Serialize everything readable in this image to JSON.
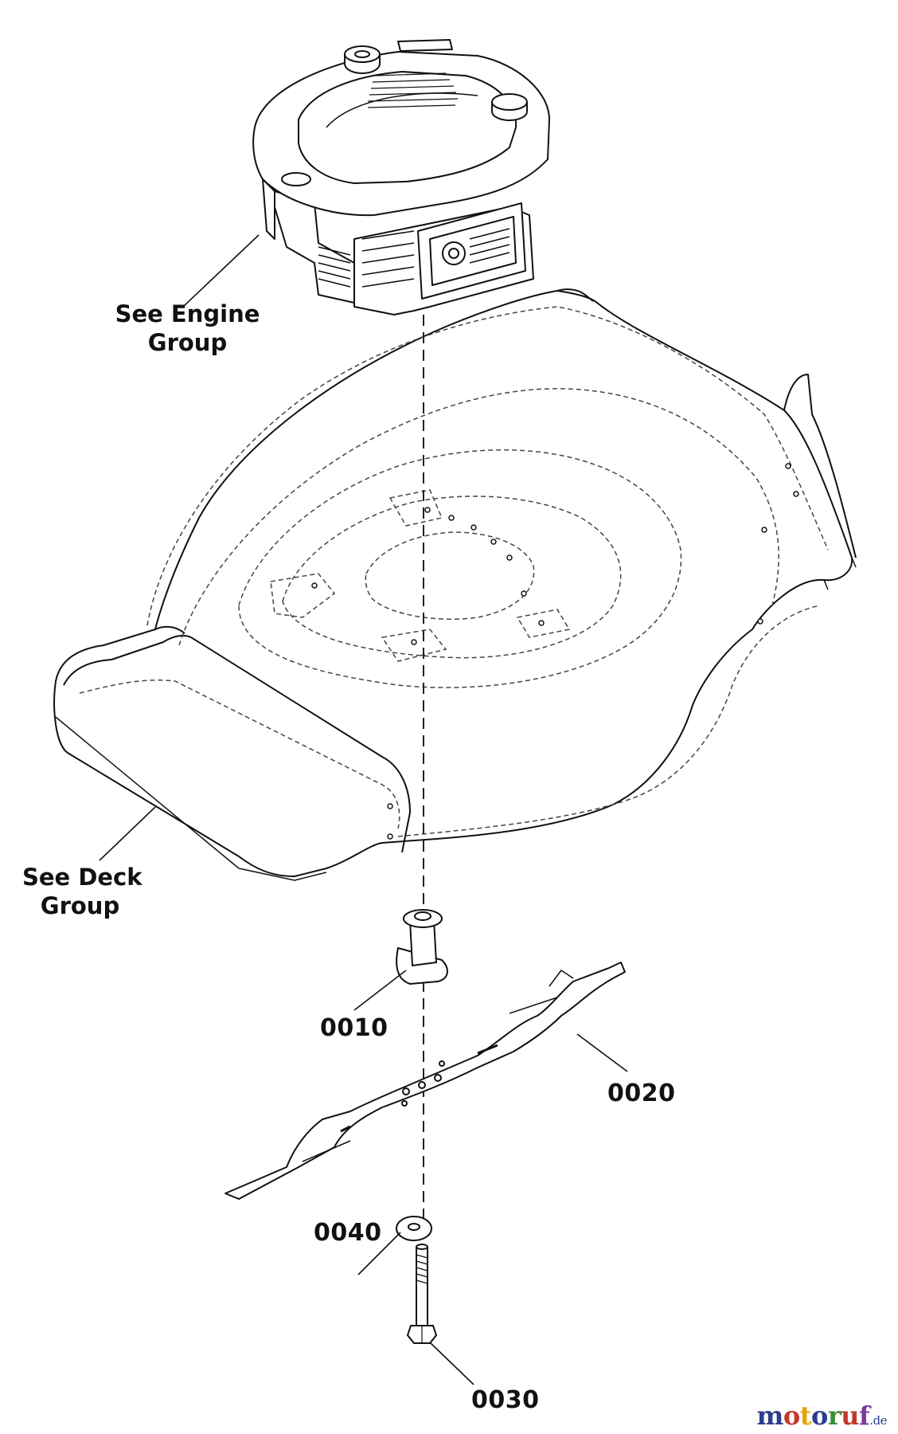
{
  "callouts": {
    "engine_line1": "See Engine",
    "engine_line2": "Group",
    "deck_line1": "See Deck",
    "deck_line2": "Group"
  },
  "parts": [
    {
      "number": "0010",
      "name": "blade adapter"
    },
    {
      "number": "0020",
      "name": "blade"
    },
    {
      "number": "0040",
      "name": "washer"
    },
    {
      "number": "0030",
      "name": "blade bolt"
    }
  ],
  "watermark": {
    "letters": [
      "m",
      "o",
      "t",
      "o",
      "r",
      "u",
      "f"
    ],
    "letter_colors": [
      "#2b3d8c",
      "#c0392b",
      "#e6a400",
      "#2b3d8c",
      "#3a8f3a",
      "#c0392b",
      "#7a3a9c"
    ],
    "tld": ".de"
  },
  "colors": {
    "line": "#111111",
    "dashed": "#333333",
    "background": "#ffffff"
  }
}
